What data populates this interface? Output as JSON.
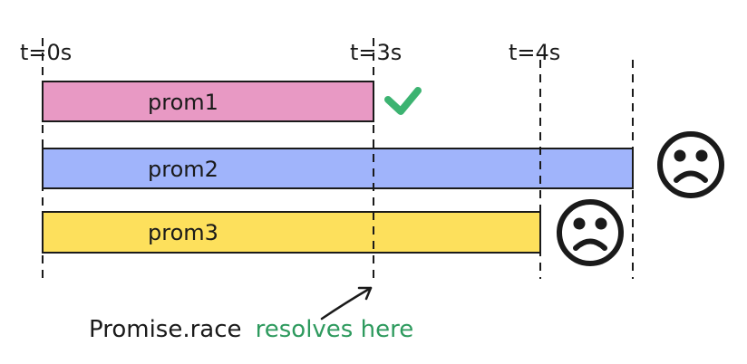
{
  "time_markers": [
    {
      "label": "t=0s"
    },
    {
      "label": "t=3s"
    },
    {
      "label": "t=4s"
    }
  ],
  "promises": [
    {
      "name": "prom1",
      "duration_s": 3,
      "color": "#e899c4",
      "status_icon": "check-icon",
      "status_color": "#3cb371"
    },
    {
      "name": "prom2",
      "duration_s": 5,
      "color": "#a0b4fb",
      "status_icon": "sad-face-icon",
      "status_color": "#1a1a1a"
    },
    {
      "name": "prom3",
      "duration_s": 4,
      "color": "#fde05c",
      "status_icon": "sad-face-icon",
      "status_color": "#1a1a1a"
    }
  ],
  "caption": {
    "prefix": "Promise.race",
    "highlight": "resolves here",
    "highlight_color": "#2e9a5e",
    "points_to_s": 3
  },
  "colors": {
    "line": "#1a1a1a"
  }
}
